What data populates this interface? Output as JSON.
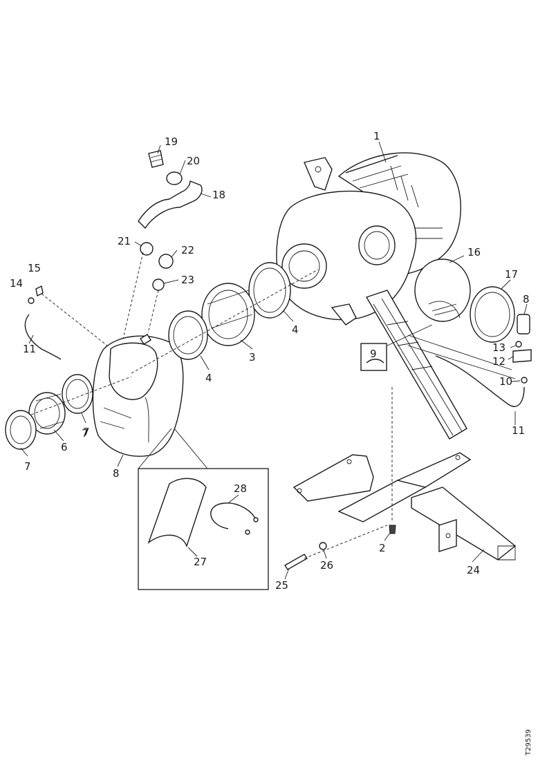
{
  "diagram": {
    "callouts": [
      "1",
      "2",
      "3",
      "4",
      "4",
      "6",
      "7",
      "7",
      "7",
      "8",
      "8",
      "9",
      "10",
      "11",
      "11",
      "12",
      "13",
      "14",
      "15",
      "16",
      "17",
      "18",
      "19",
      "20",
      "21",
      "22",
      "23",
      "24",
      "25",
      "26",
      "27",
      "28"
    ],
    "drawing_code": "T29539"
  }
}
